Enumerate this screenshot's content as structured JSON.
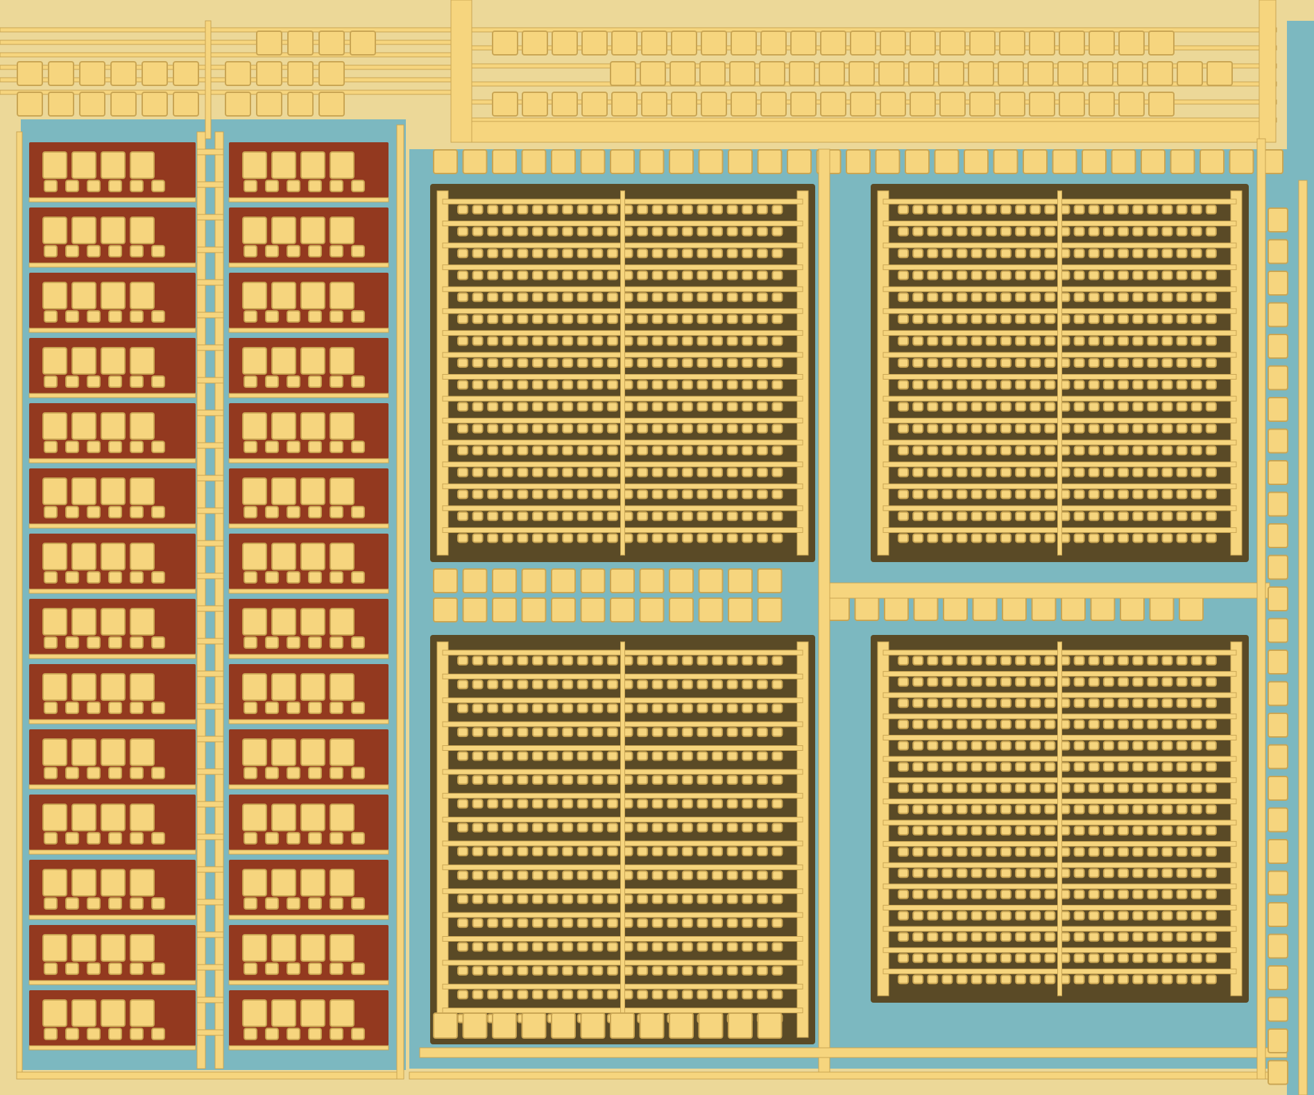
{
  "image": {
    "kind": "chip-die-micrograph",
    "description_visible_text": "",
    "palette": {
      "metal": "#f6d57e",
      "metal_edge": "#c9a553",
      "background": "#ecd898",
      "oxide_blue": "#7cb8c0",
      "diffusion_red": "#93391f",
      "dark_via": "#5a4a26"
    },
    "regions": {
      "left_cell_array": {
        "columns": 2,
        "rows": 14
      },
      "top_pad_rows": {
        "rows": 3
      },
      "capacitor_blocks": {
        "count": 4,
        "fingers_per_block": 16
      },
      "right_edge_pads": {
        "count": 28
      }
    }
  }
}
